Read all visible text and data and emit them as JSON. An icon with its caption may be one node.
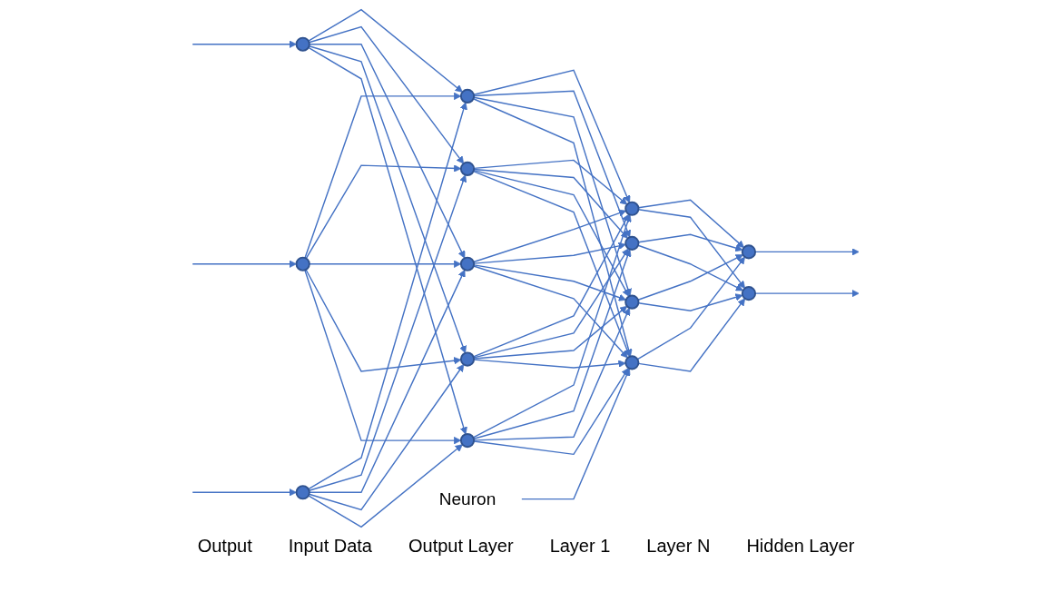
{
  "diagram": {
    "nodes": [
      {
        "text": [],
        "shape": "circle"
      },
      {
        "text": [],
        "shape": "circle"
      },
      {
        "text": [],
        "shape": "circle"
      },
      {
        "text": [],
        "shape": "circle"
      },
      {
        "text": [],
        "shape": "circle"
      },
      {
        "text": [],
        "shape": "circle"
      },
      {
        "text": [],
        "shape": "circle"
      },
      {
        "text": [],
        "shape": "circle"
      },
      {
        "text": [],
        "shape": "circle"
      },
      {
        "text": [],
        "shape": "circle"
      },
      {
        "text": [],
        "shape": "circle"
      },
      {
        "text": [],
        "shape": "circle"
      },
      {
        "text": [],
        "shape": "circle"
      },
      {
        "text": [],
        "shape": "circle"
      },
      {
        "text": [
          "Neuron"
        ]
      }
    ],
    "edges": [
      {
        "from": null,
        "to": 0,
        "arrow": "to"
      },
      {
        "from": null,
        "to": 1,
        "arrow": "to"
      },
      {
        "from": null,
        "to": 2,
        "arrow": "to"
      },
      {
        "from": 0,
        "to": 3,
        "arrow": "to"
      },
      {
        "from": 0,
        "to": 4,
        "arrow": "to"
      },
      {
        "from": 0,
        "to": 5,
        "arrow": "to"
      },
      {
        "from": 0,
        "to": 6,
        "arrow": "to"
      },
      {
        "from": 0,
        "to": 7,
        "arrow": "to"
      },
      {
        "from": 1,
        "to": 3,
        "arrow": "to"
      },
      {
        "from": 1,
        "to": 4,
        "arrow": "to"
      },
      {
        "from": 1,
        "to": 5,
        "arrow": "to"
      },
      {
        "from": 1,
        "to": 6,
        "arrow": "to"
      },
      {
        "from": 1,
        "to": 7,
        "arrow": "to"
      },
      {
        "from": 2,
        "to": 3,
        "arrow": "to"
      },
      {
        "from": 2,
        "to": 4,
        "arrow": "to"
      },
      {
        "from": 2,
        "to": 5,
        "arrow": "to"
      },
      {
        "from": 2,
        "to": 6,
        "arrow": "to"
      },
      {
        "from": 2,
        "to": 7,
        "arrow": "to"
      },
      {
        "from": 3,
        "to": 8,
        "arrow": "to"
      },
      {
        "from": 3,
        "to": 9,
        "arrow": "to"
      },
      {
        "from": 3,
        "to": 10,
        "arrow": "to"
      },
      {
        "from": 3,
        "to": 11,
        "arrow": "to"
      },
      {
        "from": 4,
        "to": 8,
        "arrow": "to"
      },
      {
        "from": 4,
        "to": 9,
        "arrow": "to"
      },
      {
        "from": 4,
        "to": 10,
        "arrow": "to"
      },
      {
        "from": 4,
        "to": 11,
        "arrow": "to"
      },
      {
        "from": 5,
        "to": 8,
        "arrow": "to"
      },
      {
        "from": 5,
        "to": 9,
        "arrow": "to"
      },
      {
        "from": 5,
        "to": 10,
        "arrow": "to"
      },
      {
        "from": 5,
        "to": 11,
        "arrow": "to"
      },
      {
        "from": 6,
        "to": 8,
        "arrow": "to"
      },
      {
        "from": 6,
        "to": 9,
        "arrow": "to"
      },
      {
        "from": 6,
        "to": 10,
        "arrow": "to"
      },
      {
        "from": 6,
        "to": 11,
        "arrow": "to"
      },
      {
        "from": 7,
        "to": 8,
        "arrow": "to"
      },
      {
        "from": 7,
        "to": 9,
        "arrow": "to"
      },
      {
        "from": 7,
        "to": 10,
        "arrow": "to"
      },
      {
        "from": 7,
        "to": 11,
        "arrow": "to"
      },
      {
        "from": 8,
        "to": 12,
        "arrow": "to"
      },
      {
        "from": 8,
        "to": 13,
        "arrow": "to"
      },
      {
        "from": 9,
        "to": 12,
        "arrow": "to"
      },
      {
        "from": 9,
        "to": 13,
        "arrow": "to"
      },
      {
        "from": 10,
        "to": 12,
        "arrow": "to"
      },
      {
        "from": 10,
        "to": 13,
        "arrow": "to"
      },
      {
        "from": 11,
        "to": 12,
        "arrow": "to"
      },
      {
        "from": 11,
        "to": 13,
        "arrow": "to"
      },
      {
        "from": 12,
        "to": null,
        "arrow": "to"
      },
      {
        "from": 13,
        "to": null,
        "arrow": "to"
      },
      {
        "from": 14,
        "to": 8,
        "arrow": "to"
      }
    ],
    "labels": [
      "Output",
      "Input Data",
      "Output Layer",
      "Layer 1",
      "Layer N",
      "Hidden Layer"
    ]
  }
}
